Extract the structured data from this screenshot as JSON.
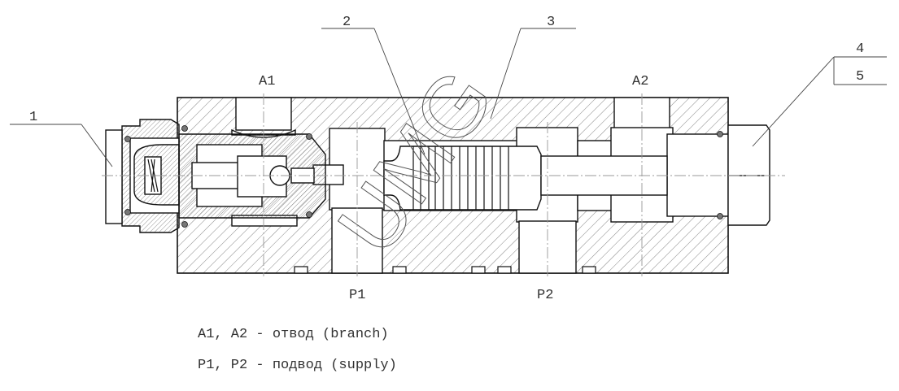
{
  "callouts": {
    "c1": "1",
    "c2": "2",
    "c3": "3",
    "c4": "4",
    "c5": "5"
  },
  "ports": {
    "a1": "A1",
    "a2": "A2",
    "p1": "P1",
    "p2": "P2"
  },
  "legend": [
    "A1, A2 - отвод (branch)",
    "P1, P2 - подвод (supply)"
  ],
  "watermark": "UMG",
  "colors": {
    "line": "#111111",
    "hatch": "#555555",
    "text": "#333333"
  }
}
